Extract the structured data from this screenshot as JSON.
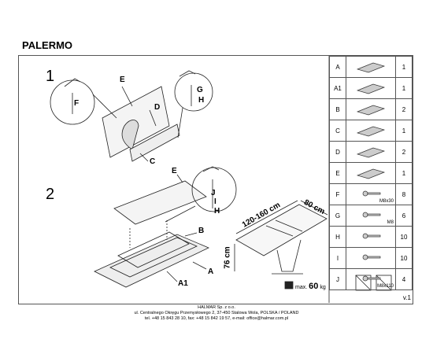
{
  "title": "PALERMO",
  "steps": {
    "step1": "1",
    "step2": "2"
  },
  "labels": {
    "s1": {
      "E": "E",
      "D": "D",
      "C": "C",
      "F": "F",
      "G": "G",
      "H": "H"
    },
    "s2": {
      "E": "E",
      "J": "J",
      "I": "I",
      "H": "H",
      "B": "B",
      "A": "A",
      "A1": "A1"
    }
  },
  "dimensions": {
    "length": "120-160 cm",
    "width": "80 cm",
    "height": "76 cm"
  },
  "max_load": {
    "prefix": "max.",
    "value": "60",
    "unit": "kg"
  },
  "version": "v.1",
  "parts": [
    {
      "letter": "A",
      "qty": "1",
      "icon": "top-frame-icon",
      "size": ""
    },
    {
      "letter": "A1",
      "qty": "1",
      "icon": "glass-panel-icon",
      "size": ""
    },
    {
      "letter": "B",
      "qty": "2",
      "icon": "extension-leaf-icon",
      "size": ""
    },
    {
      "letter": "C",
      "qty": "1",
      "icon": "base-plate-icon",
      "size": ""
    },
    {
      "letter": "D",
      "qty": "2",
      "icon": "leg-icon",
      "size": ""
    },
    {
      "letter": "E",
      "qty": "1",
      "icon": "glass-top-icon",
      "size": ""
    },
    {
      "letter": "F",
      "qty": "8",
      "icon": "bolt-icon",
      "size": "M8x30"
    },
    {
      "letter": "G",
      "qty": "6",
      "icon": "screw-icon",
      "size": "M8"
    },
    {
      "letter": "H",
      "qty": "10",
      "icon": "washer-icon",
      "size": ""
    },
    {
      "letter": "I",
      "qty": "10",
      "icon": "spring-washer-icon",
      "size": ""
    },
    {
      "letter": "J",
      "qty": "4",
      "icon": "long-bolt-icon",
      "size": "M8x110"
    }
  ],
  "footer": {
    "company": "HALMAR Sp. z o.o.",
    "address": "ul. Centralnego Okręgu Przemysłowego 2, 37-450 Stalowa Wola, POLSKA / POLAND",
    "contact": "tel. +48 15 843 28 10, fax: +48 15 842 19 57, e-mail: office@halmar.com.pl"
  }
}
